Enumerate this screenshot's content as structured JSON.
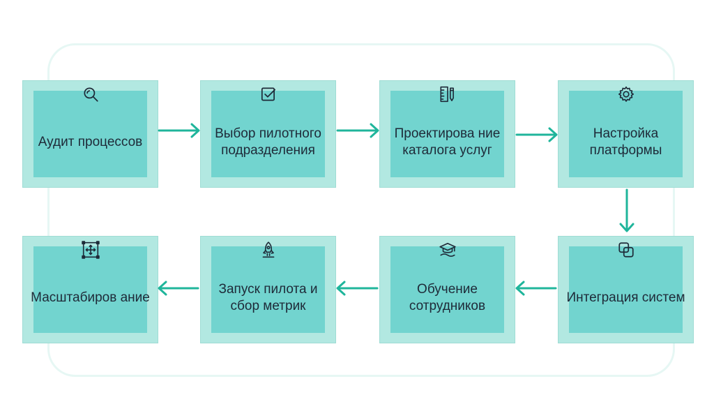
{
  "steps": [
    {
      "label": "Аудит процессов",
      "icon": "search-icon"
    },
    {
      "label": "Выбор пилотного подразделения",
      "icon": "checklist-icon"
    },
    {
      "label": "Проектирова ние каталога услуг",
      "icon": "ruler-pencil-icon"
    },
    {
      "label": "Настройка платформы",
      "icon": "gear-icon"
    },
    {
      "label": "Интеграция систем",
      "icon": "overlap-squares-icon"
    },
    {
      "label": "Обучение сотрудников",
      "icon": "graduation-cap-icon"
    },
    {
      "label": "Запуск пилота и сбор метрик",
      "icon": "rocket-icon"
    },
    {
      "label": "Масштабиров ание",
      "icon": "move-arrows-icon"
    }
  ],
  "colors": {
    "box_outer": "#b2e8e1",
    "box_inner": "#72d4cf",
    "arrow": "#1fb59b",
    "text": "#1e2a38",
    "frame": "#e6f7f4"
  }
}
